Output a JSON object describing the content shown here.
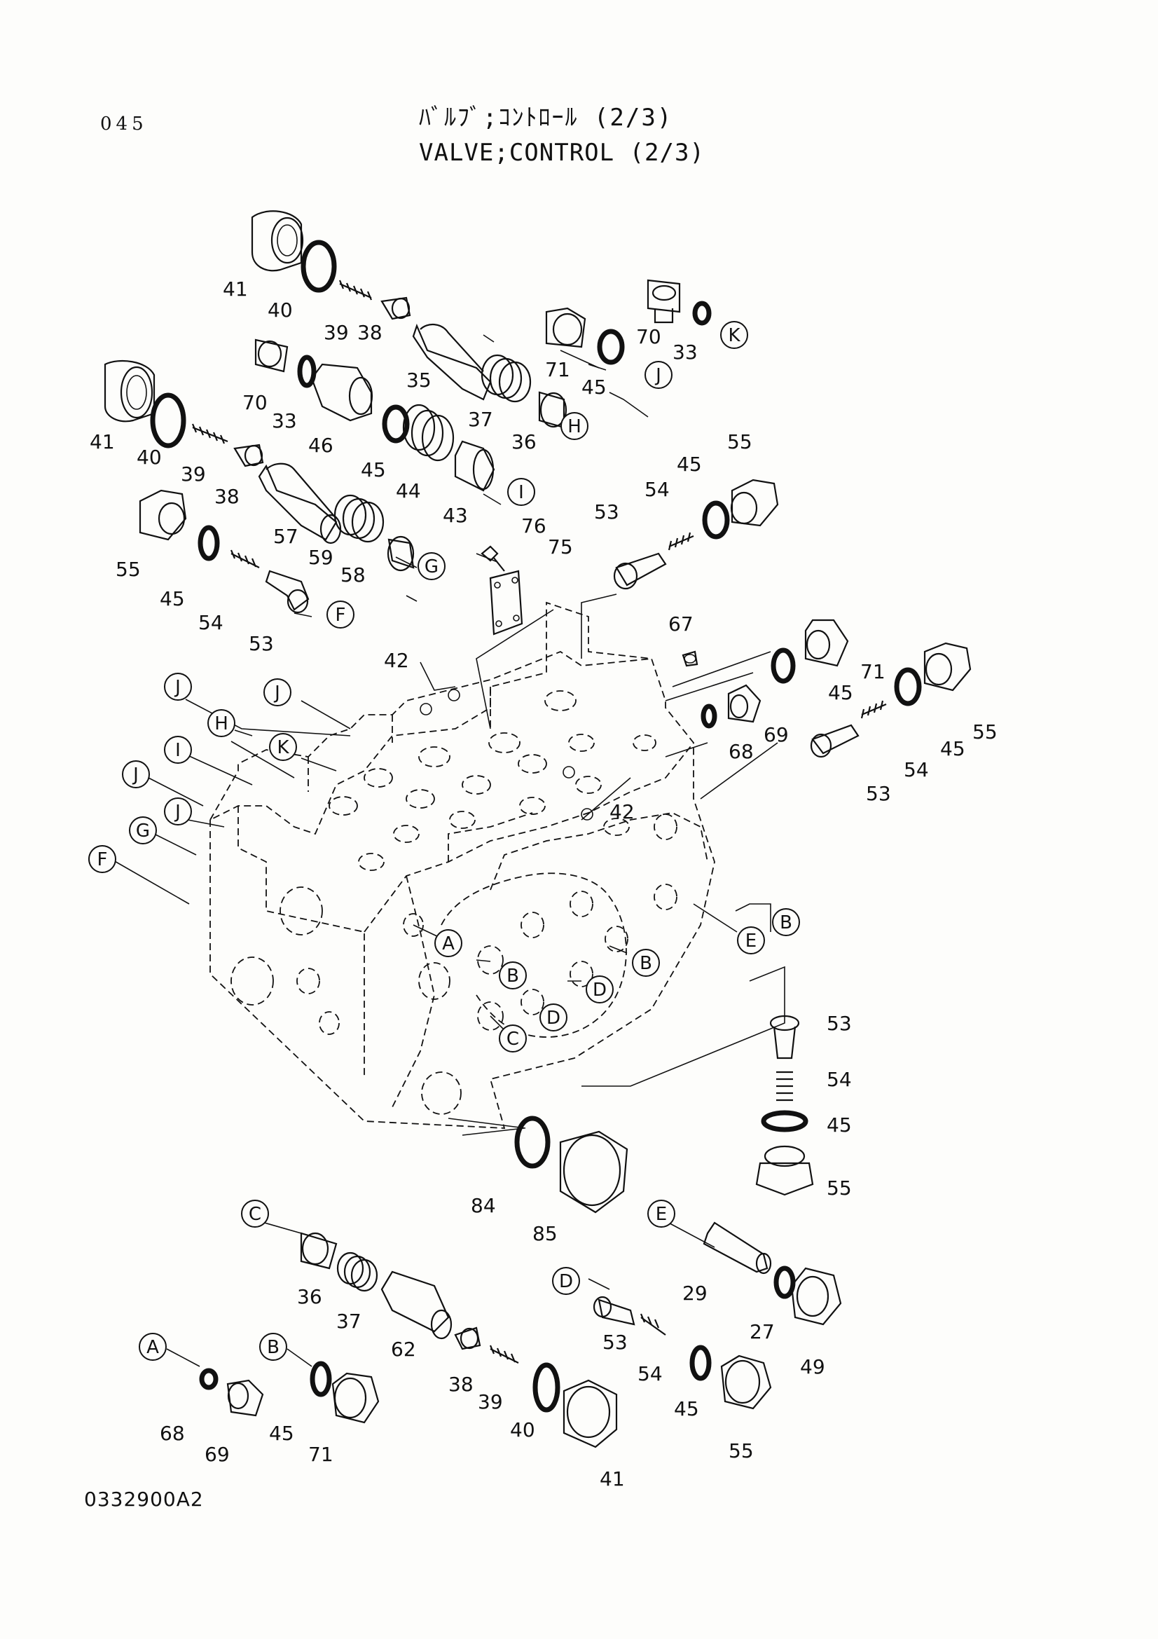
{
  "header": {
    "page_number": "045",
    "title_jp": "ﾊﾞﾙﾌﾞ;ｺﾝﾄﾛｰﾙ (2/3)",
    "title_en": "VALVE;CONTROL (2/3)"
  },
  "footer": {
    "drawing_number": "0332900A2"
  },
  "part_numbers": [
    "27",
    "29",
    "33",
    "35",
    "36",
    "37",
    "38",
    "39",
    "40",
    "41",
    "42",
    "43",
    "44",
    "45",
    "46",
    "49",
    "53",
    "54",
    "55",
    "57",
    "58",
    "59",
    "62",
    "67",
    "68",
    "69",
    "70",
    "71",
    "75",
    "76",
    "84",
    "85"
  ],
  "connection_letters": [
    "A",
    "B",
    "C",
    "D",
    "E",
    "F",
    "G",
    "H",
    "I",
    "J",
    "K"
  ],
  "callouts": [
    {
      "text": "41"
    },
    {
      "text": "40"
    },
    {
      "text": "39"
    },
    {
      "text": "38"
    },
    {
      "text": "35"
    },
    {
      "text": "37"
    },
    {
      "text": "36"
    },
    {
      "text": "70"
    },
    {
      "text": "33"
    },
    {
      "text": "71"
    },
    {
      "text": "45"
    },
    {
      "text": "70"
    },
    {
      "text": "33"
    },
    {
      "text": "46"
    },
    {
      "text": "45"
    },
    {
      "text": "44"
    },
    {
      "text": "43"
    },
    {
      "text": "41"
    },
    {
      "text": "40"
    },
    {
      "text": "39"
    },
    {
      "text": "38"
    },
    {
      "text": "57"
    },
    {
      "text": "59"
    },
    {
      "text": "58"
    },
    {
      "text": "55"
    },
    {
      "text": "45"
    },
    {
      "text": "54"
    },
    {
      "text": "53"
    },
    {
      "text": "76"
    },
    {
      "text": "75"
    },
    {
      "text": "53"
    },
    {
      "text": "54"
    },
    {
      "text": "45"
    },
    {
      "text": "55"
    },
    {
      "text": "42"
    },
    {
      "text": "67"
    },
    {
      "text": "71"
    },
    {
      "text": "45"
    },
    {
      "text": "55"
    },
    {
      "text": "45"
    },
    {
      "text": "68"
    },
    {
      "text": "69"
    },
    {
      "text": "53"
    },
    {
      "text": "54"
    },
    {
      "text": "42"
    },
    {
      "text": "53"
    },
    {
      "text": "54"
    },
    {
      "text": "45"
    },
    {
      "text": "55"
    },
    {
      "text": "84"
    },
    {
      "text": "85"
    },
    {
      "text": "36"
    },
    {
      "text": "37"
    },
    {
      "text": "62"
    },
    {
      "text": "38"
    },
    {
      "text": "39"
    },
    {
      "text": "40"
    },
    {
      "text": "41"
    },
    {
      "text": "29"
    },
    {
      "text": "27"
    },
    {
      "text": "49"
    },
    {
      "text": "53"
    },
    {
      "text": "54"
    },
    {
      "text": "45"
    },
    {
      "text": "55"
    },
    {
      "text": "68"
    },
    {
      "text": "69"
    },
    {
      "text": "45"
    },
    {
      "text": "71"
    }
  ],
  "circle_labels": [
    {
      "text": "K"
    },
    {
      "text": "J"
    },
    {
      "text": "H"
    },
    {
      "text": "I"
    },
    {
      "text": "G"
    },
    {
      "text": "F"
    },
    {
      "text": "J"
    },
    {
      "text": "J"
    },
    {
      "text": "H"
    },
    {
      "text": "K"
    },
    {
      "text": "I"
    },
    {
      "text": "J"
    },
    {
      "text": "J"
    },
    {
      "text": "G"
    },
    {
      "text": "F"
    },
    {
      "text": "A"
    },
    {
      "text": "B"
    },
    {
      "text": "E"
    },
    {
      "text": "B"
    },
    {
      "text": "B"
    },
    {
      "text": "D"
    },
    {
      "text": "D"
    },
    {
      "text": "C"
    },
    {
      "text": "C"
    },
    {
      "text": "E"
    },
    {
      "text": "D"
    },
    {
      "text": "A"
    },
    {
      "text": "B"
    }
  ]
}
